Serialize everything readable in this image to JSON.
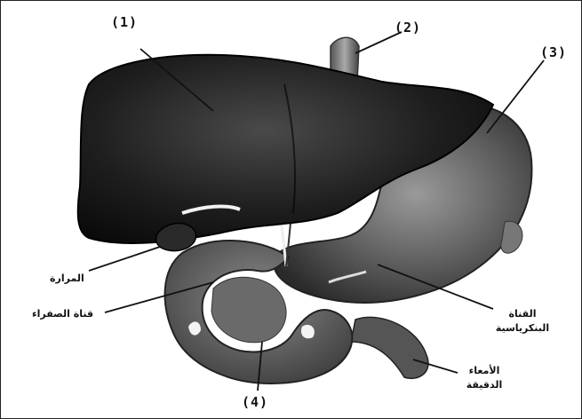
{
  "numbers": {
    "n1": "(1)",
    "n2": "(2)",
    "n3": "(3)",
    "n4": "(4)"
  },
  "labels": {
    "gallbladder": "المرارة",
    "bile_duct": "قناة الصفراء",
    "pancreatic_duct_line1": "القناة",
    "pancreatic_duct_line2": "البنكرياسية",
    "small_intestine_line1": "الأمعاء",
    "small_intestine_line2": "الدقيقة"
  }
}
